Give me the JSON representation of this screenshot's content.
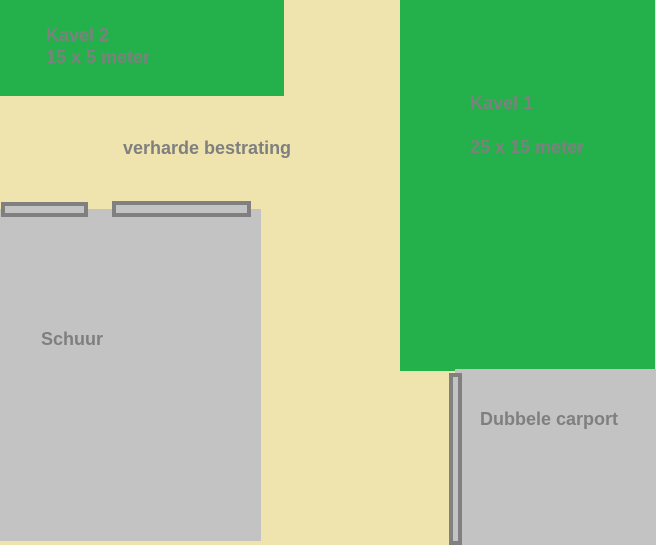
{
  "plan": {
    "background_color": "#f0e4ae",
    "green_color": "#24b14c",
    "building_color": "#c3c3c3",
    "text_color": "#7f7f7f",
    "kavel2": {
      "name": "Kavel 2",
      "size": "15 x 5 meter"
    },
    "kavel1": {
      "name": "Kavel 1",
      "size": "25 x 15 meter"
    },
    "pavement": {
      "label": "verharde bestrating"
    },
    "shed": {
      "label": "Schuur"
    },
    "carport": {
      "label": "Dubbele carport"
    }
  }
}
